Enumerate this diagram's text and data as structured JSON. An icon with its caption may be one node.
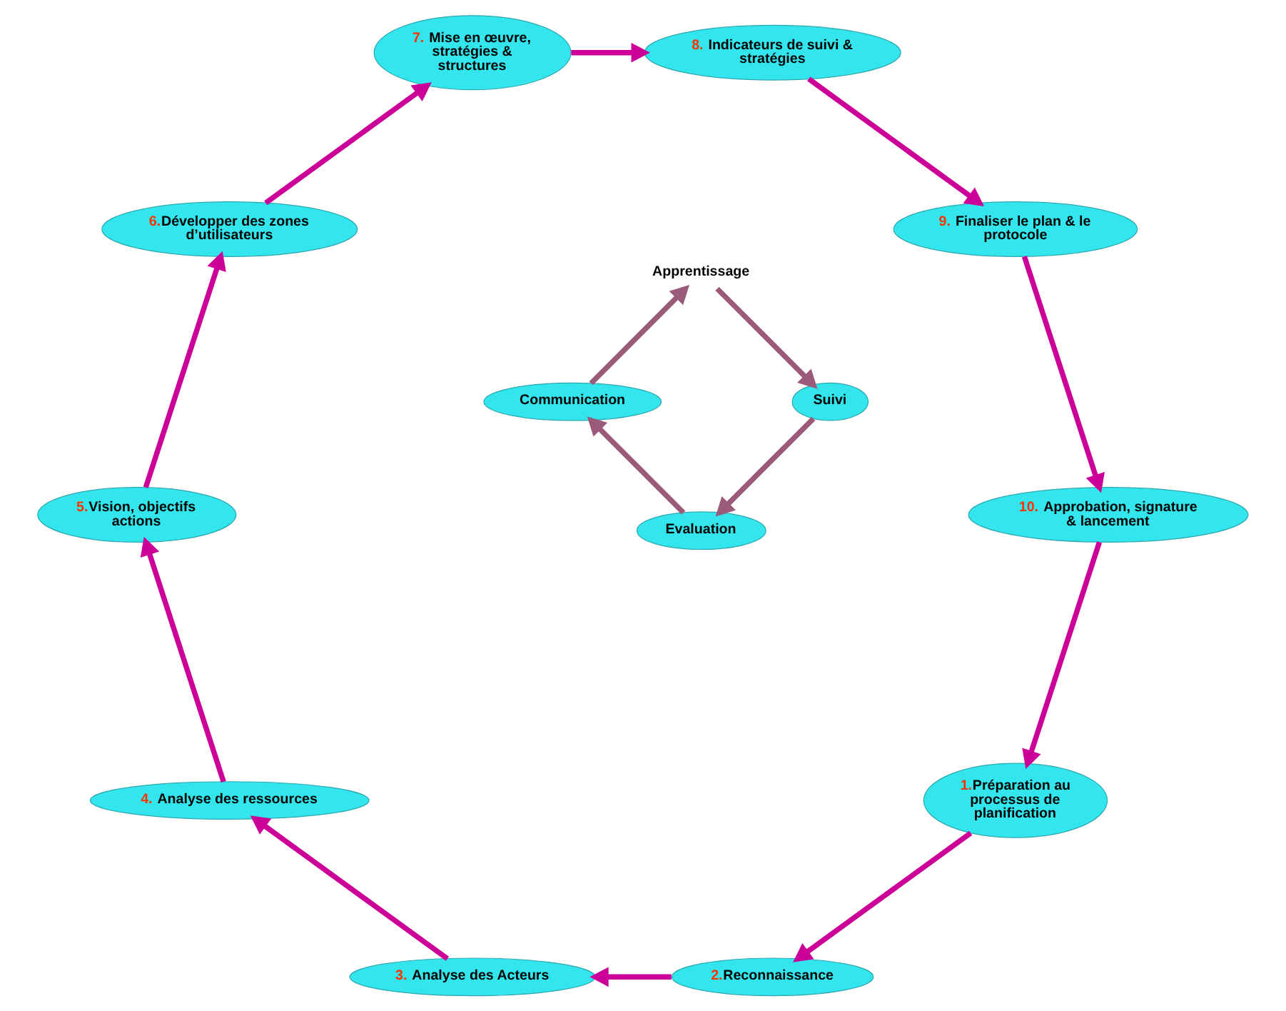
{
  "diagram": {
    "nodes": [
      {
        "text": [
          "1.Préparation au processus de planification"
        ]
      },
      {
        "text": [
          "2.Reconnaissance"
        ]
      },
      {
        "text": [
          "3. Analyse des Acteurs"
        ]
      },
      {
        "text": [
          "4. Analyse des ressources"
        ]
      },
      {
        "text": [
          "5.Vision, objectifs actions"
        ]
      },
      {
        "text": [
          "6.Développer des zones d’utilisateurs"
        ]
      },
      {
        "text": [
          "7. Mise en œuvre, stratégies & structures"
        ]
      },
      {
        "text": [
          "8. Indicateurs de suivi & stratégies"
        ]
      },
      {
        "text": [
          "9. Finaliser le plan & le protocole"
        ]
      },
      {
        "text": [
          "10. Approbation, signature & lancement"
        ]
      },
      {
        "text": [
          "Evaluation"
        ]
      },
      {
        "text": [
          "Communication"
        ]
      },
      {
        "text": [
          "Apprentissage"
        ]
      },
      {
        "text": [
          "Suivi"
        ]
      }
    ],
    "edges": [
      {
        "from": 0,
        "to": 1,
        "arrow": "to"
      },
      {
        "from": 1,
        "to": 2,
        "arrow": "to"
      },
      {
        "from": 2,
        "to": 3,
        "arrow": "to"
      },
      {
        "from": 3,
        "to": 4,
        "arrow": "to"
      },
      {
        "from": 4,
        "to": 5,
        "arrow": "to"
      },
      {
        "from": 5,
        "to": 6,
        "arrow": "to"
      },
      {
        "from": 6,
        "to": 7,
        "arrow": "to"
      },
      {
        "from": 7,
        "to": 8,
        "arrow": "to"
      },
      {
        "from": 8,
        "to": 9,
        "arrow": "to"
      },
      {
        "from": 9,
        "to": 0,
        "arrow": "to"
      },
      {
        "from": 10,
        "to": 11,
        "arrow": "to",
        "color": "#9b5a7a"
      },
      {
        "from": 11,
        "to": 12,
        "arrow": "to",
        "color": "#9b5a7a"
      },
      {
        "from": 12,
        "to": 13,
        "arrow": "to",
        "color": "#9b5a7a"
      },
      {
        "from": 13,
        "to": 10,
        "arrow": "to",
        "color": "#9b5a7a"
      }
    ]
  }
}
